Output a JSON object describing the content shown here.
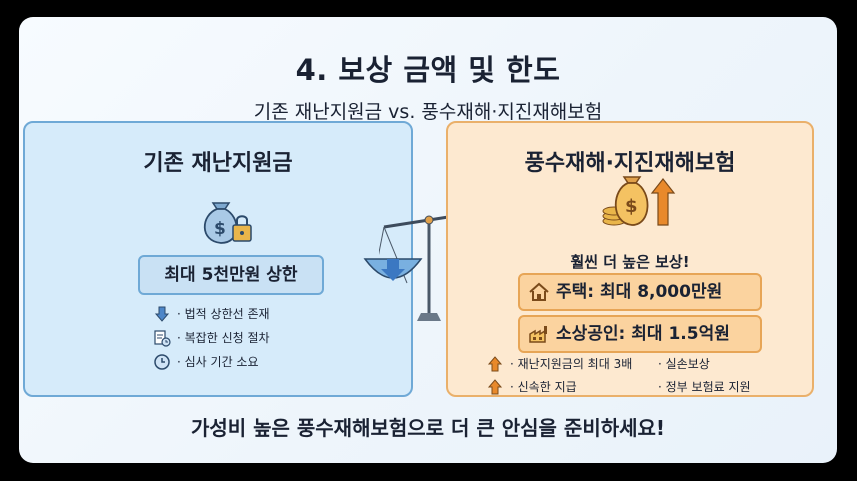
{
  "header": {
    "title": "4. 보상 금액 및 한도",
    "subtitle": "기존 재난지원금 vs. 풍수재해·지진재해보험"
  },
  "left_panel": {
    "title": "기존 재난지원금",
    "badge": "최대 5천만원 상한",
    "features": [
      {
        "icon": "arrow-down-icon",
        "text": "· 법적 상한선 존재"
      },
      {
        "icon": "document-clock-icon",
        "text": "· 복잡한 신청 절차"
      },
      {
        "icon": "clock-icon",
        "text": "· 심사 기간 소요"
      }
    ]
  },
  "right_panel": {
    "title": "풍수재해·지진재해보험",
    "tagline": "훨씬 더 높은 보상!",
    "pills": [
      {
        "icon": "house-icon",
        "text": "주택: 최대 8,000만원"
      },
      {
        "icon": "factory-icon",
        "text": "소상공인: 최대 1.5억원"
      }
    ],
    "features": [
      {
        "icon": "arrow-up-icon",
        "text": "· 재난지원금의 최대 3배"
      },
      {
        "icon": "arrow-up-icon",
        "text": "· 신속한 지급"
      },
      {
        "icon": "none",
        "text": "· 실손보상"
      },
      {
        "icon": "none",
        "text": "· 정부 보험료 지원"
      }
    ]
  },
  "footer": {
    "tagline": "가성비 높은 풍수재해보험으로 더 큰 안심을 준비하세요!"
  },
  "colors": {
    "left_panel_bg": "#d6ebfa",
    "left_panel_border": "#6fa9d6",
    "right_panel_bg": "#fde9d0",
    "right_panel_border": "#eab06a",
    "accent_orange": "#e8892b",
    "accent_blue": "#3b78c2"
  }
}
